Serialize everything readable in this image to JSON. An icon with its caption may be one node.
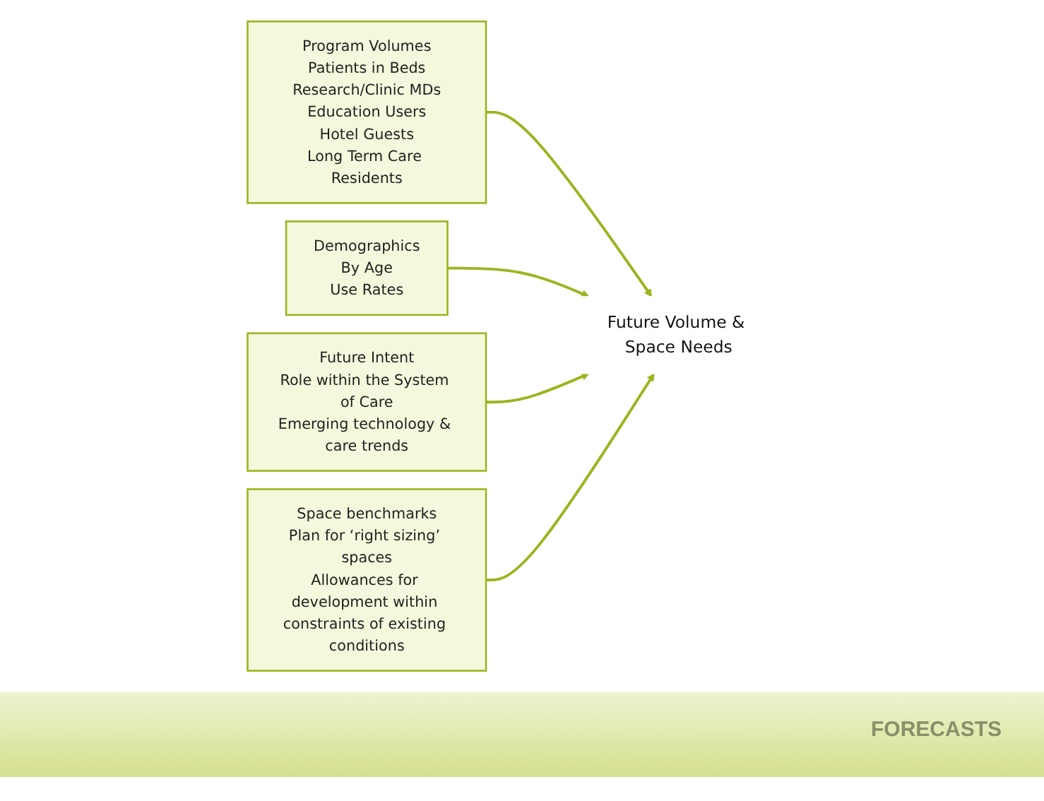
{
  "diagram": {
    "nodes": [
      {
        "text": [
          "Program Volumes",
          "Patients in Beds",
          "Research/Clinic MDs",
          "Education Users",
          "Hotel Guests",
          "Long Term Care Residents"
        ]
      },
      {
        "text": [
          "Demographics",
          "By Age",
          "Use Rates"
        ]
      },
      {
        "text": [
          "Future Intent",
          "Role within the System of Care",
          "Emerging technology & care trends"
        ]
      },
      {
        "text": [
          "Space benchmarks",
          "Plan for ‘right sizing’ spaces",
          "Allowances for development within constraints of existing conditions"
        ]
      },
      {
        "text": [
          "Future Volume & Space Needs"
        ]
      }
    ],
    "edges": [
      {
        "from": 0,
        "to": 4,
        "arrow": "to"
      },
      {
        "from": 1,
        "to": 4,
        "arrow": "to"
      },
      {
        "from": 2,
        "to": 4,
        "arrow": "to"
      },
      {
        "from": 3,
        "to": 4,
        "arrow": "to"
      }
    ],
    "labels": [
      "FORECASTS"
    ]
  }
}
